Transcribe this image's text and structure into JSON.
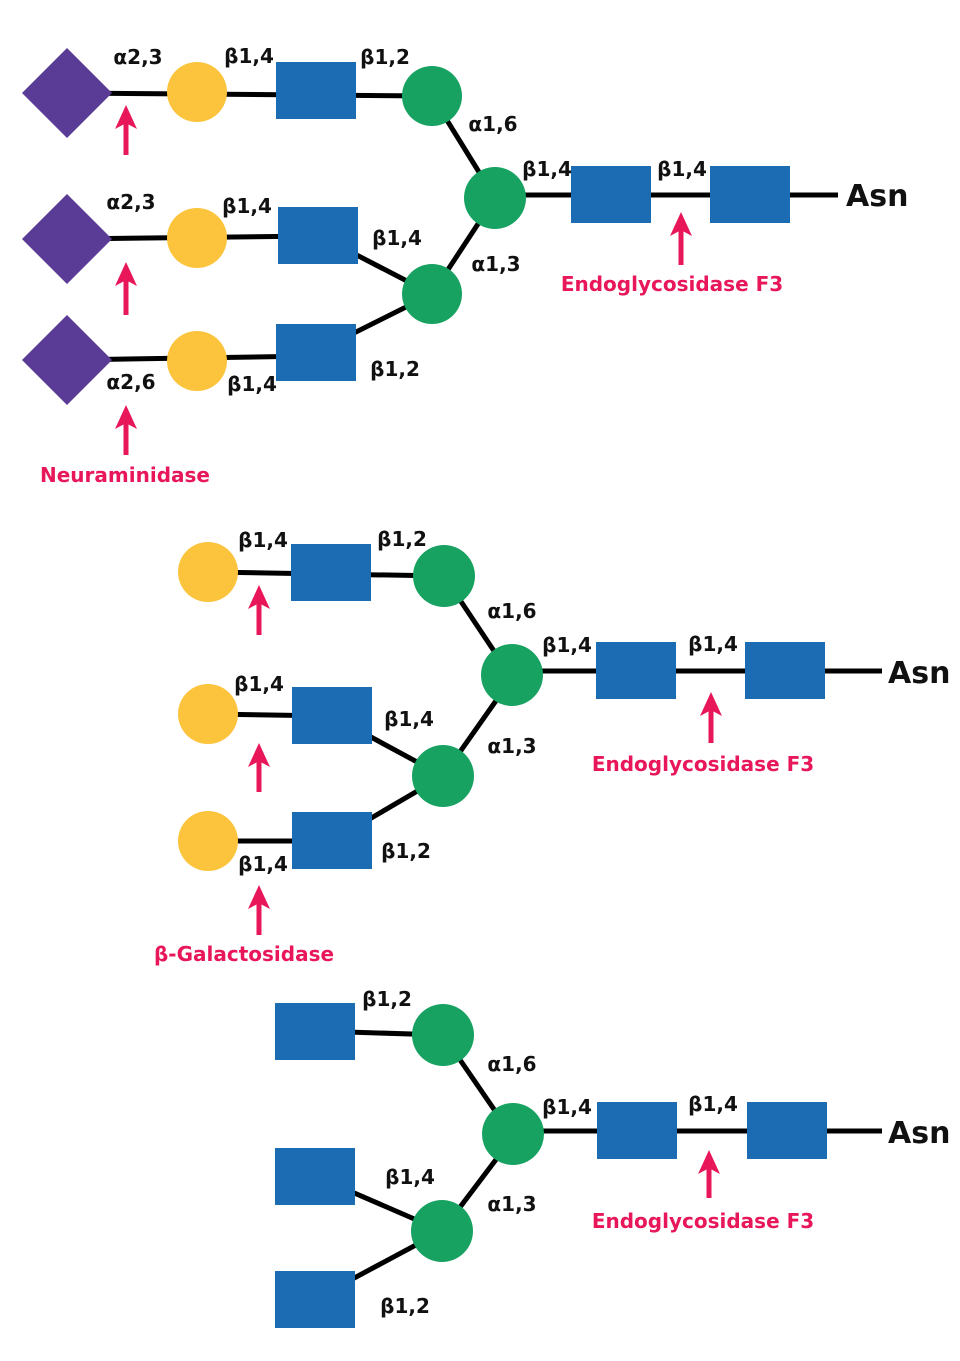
{
  "palette": {
    "sialic_acid_purple": "#5A3B96",
    "galactose_yellow": "#FCC43D",
    "glcnac_blue": "#1B6CB2",
    "mannose_green": "#18A262",
    "enzyme_pink": "#E8175A",
    "bond_black": "#000000",
    "text_black": "#111111"
  },
  "labels": {
    "alpha23": "α2,3",
    "alpha26": "α2,6",
    "alpha16": "α1,6",
    "alpha13": "α1,3",
    "beta12": "β1,2",
    "beta14": "β1,4",
    "asn": "Asn"
  },
  "enzymes": {
    "neuraminidase": "Neuraminidase",
    "beta_galactosidase": "β-Galactosidase",
    "endoglycosidase_f3": "Endoglycosidase F3"
  },
  "structures": [
    {
      "enzyme_annotations": [
        "Neuraminidase",
        "Endoglycosidase F3"
      ],
      "reducing_end": "Asn"
    },
    {
      "enzyme_annotations": [
        "β-Galactosidase",
        "Endoglycosidase F3"
      ],
      "reducing_end": "Asn"
    },
    {
      "enzyme_annotations": [
        "Endoglycosidase F3"
      ],
      "reducing_end": "Asn"
    }
  ]
}
